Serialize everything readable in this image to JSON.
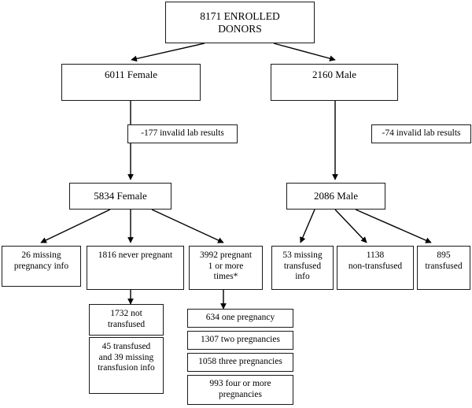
{
  "figure": {
    "type": "flowchart",
    "orientation": "top-down",
    "footnote_marker": "*",
    "colors": {
      "box_border": "#1a1a1a",
      "box_fill": "#ffffff",
      "connector": "#000000",
      "text": "#000000",
      "background": "#ffffff"
    }
  },
  "nodes": {
    "enrolled": {
      "label": "8171 ENROLLED\nDONORS",
      "count": 8171
    },
    "female": {
      "label": "6011 Female",
      "count": 6011
    },
    "male": {
      "label": "2160 Male",
      "count": 2160
    },
    "female_excl": {
      "label": "-177 invalid lab results",
      "count": -177
    },
    "male_excl": {
      "label": "-74 invalid lab results",
      "count": -74
    },
    "female_valid": {
      "label": "5834 Female",
      "count": 5834
    },
    "male_valid": {
      "label": "2086 Male",
      "count": 2086
    },
    "f_missing": {
      "label": "26 missing\npregnancy info",
      "count": 26
    },
    "f_never": {
      "label": "1816 never pregnant",
      "count": 1816
    },
    "f_pregnant": {
      "label": "3992 pregnant\n1 or more\ntimes*",
      "count": 3992
    },
    "m_missing": {
      "label": "53 missing\ntransfused\ninfo",
      "count": 53
    },
    "m_non": {
      "label": "1138\nnon-transfused",
      "count": 1138
    },
    "m_trans": {
      "label": "895\ntransfused",
      "count": 895
    },
    "f_never_not_trans": {
      "label": "1732 not\ntransfused",
      "count": 1732
    },
    "f_never_trans_missing": {
      "label": "45 transfused\nand 39 missing\ntransfusion info",
      "counts": [
        45,
        39
      ]
    },
    "preg_1": {
      "label": "634 one pregnancy",
      "count": 634
    },
    "preg_2": {
      "label": "1307 two pregnancies",
      "count": 1307
    },
    "preg_3": {
      "label": "1058 three pregnancies",
      "count": 1058
    },
    "preg_4plus": {
      "label": "993 four or more\npregnancies",
      "count": 993
    }
  }
}
